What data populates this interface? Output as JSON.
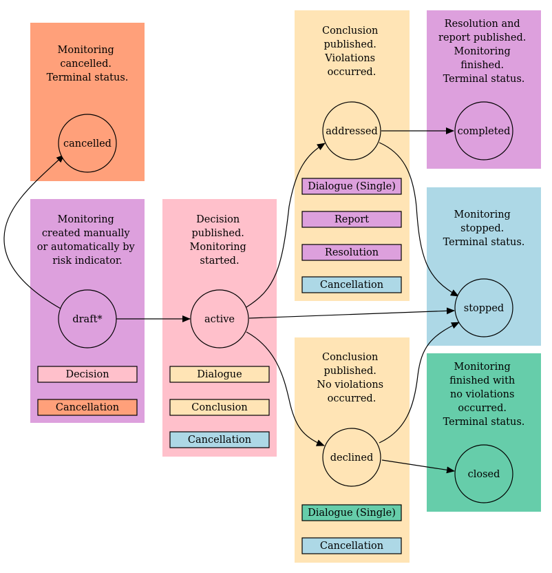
{
  "colors": {
    "salmon": "#ffa07a",
    "plum": "#dda0dd",
    "pink": "#ffc0cb",
    "moccasin": "#ffe4b5",
    "lightblue": "#add8e6",
    "aquamarine": "#66cdaa"
  },
  "clusters": {
    "cancelled": {
      "lines": [
        "Monitoring",
        "cancelled.",
        "Terminal status."
      ]
    },
    "draft": {
      "lines": [
        "Monitoring",
        "created manually",
        "or automatically by",
        "risk indicator."
      ]
    },
    "active": {
      "lines": [
        "Decision",
        "published.",
        "Monitoring",
        "started."
      ]
    },
    "addressed": {
      "lines": [
        "Conclusion",
        "published.",
        "Violations",
        "occurred."
      ]
    },
    "declined": {
      "lines": [
        "Conclusion",
        "published.",
        "No violations",
        "occurred."
      ]
    },
    "completed": {
      "lines": [
        "Resolution and",
        "report published.",
        "Monitoring",
        "finished.",
        "Terminal status."
      ]
    },
    "stopped": {
      "lines": [
        "Monitoring",
        "stopped.",
        "Terminal status."
      ]
    },
    "closed": {
      "lines": [
        "Monitoring",
        "finished with",
        "no violations",
        "occurred.",
        "Terminal status."
      ]
    }
  },
  "states": {
    "cancelled": "cancelled",
    "draft": "draft*",
    "active": "active",
    "addressed": "addressed",
    "declined": "declined",
    "completed": "completed",
    "stopped": "stopped",
    "closed": "closed"
  },
  "actions": {
    "draft": [
      "Decision",
      "Cancellation"
    ],
    "active": [
      "Dialogue",
      "Conclusion",
      "Cancellation"
    ],
    "addressed": [
      "Dialogue (Single)",
      "Report",
      "Resolution",
      "Cancellation"
    ],
    "declined": [
      "Dialogue (Single)",
      "Cancellation"
    ]
  }
}
